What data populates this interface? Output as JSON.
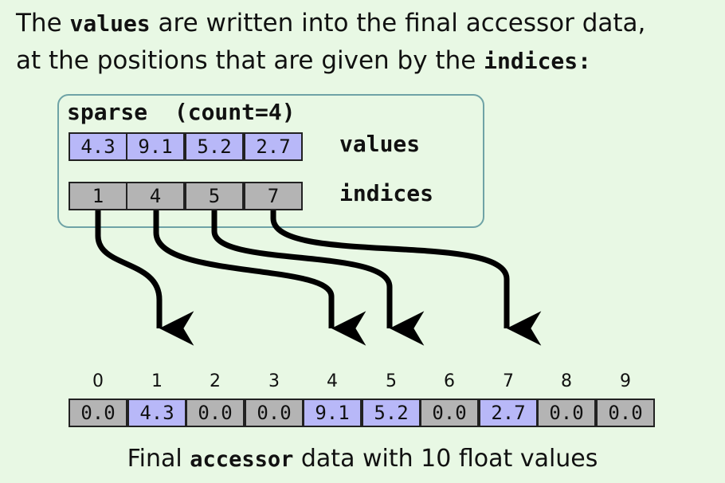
{
  "intro": {
    "line1_pre": "The ",
    "line1_code": "values",
    "line1_post": " are written into the final accessor data,",
    "line2_pre": "at the positions that are given by the ",
    "line2_code": "indices",
    "line2_post": ":"
  },
  "sparse": {
    "title": "sparse  (count=4)",
    "values_label": "values",
    "indices_label": "indices",
    "values": [
      "4.3",
      "9.1",
      "5.2",
      "2.7"
    ],
    "indices": [
      "1",
      "4",
      "5",
      "7"
    ]
  },
  "output": {
    "positions": [
      "0",
      "1",
      "2",
      "3",
      "4",
      "5",
      "6",
      "7",
      "8",
      "9"
    ],
    "cells": [
      "0.0",
      "4.3",
      "0.0",
      "0.0",
      "9.1",
      "5.2",
      "0.0",
      "2.7",
      "0.0",
      "0.0"
    ],
    "set_flags": [
      false,
      true,
      false,
      false,
      true,
      true,
      false,
      true,
      false,
      false
    ]
  },
  "caption": {
    "pre": "Final ",
    "code": "accessor",
    "post": " data with 10 float values"
  },
  "colors": {
    "background": "#e8f8e4",
    "value_cell": "#b8b8f8",
    "index_cell": "#b4b4b4",
    "box_border": "#6fa3a6"
  }
}
